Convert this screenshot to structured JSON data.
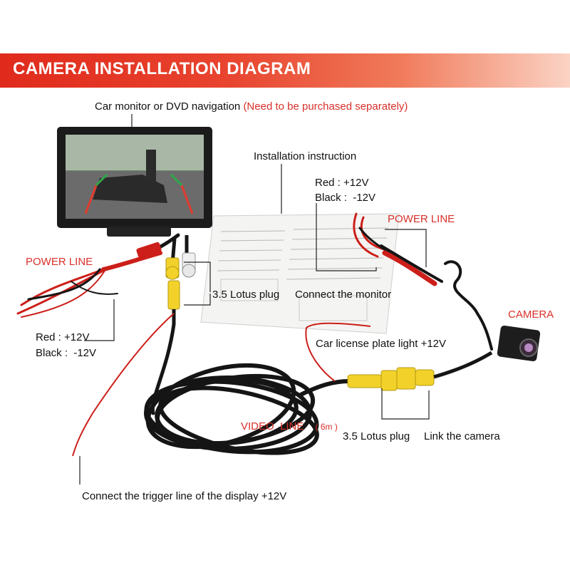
{
  "header": {
    "title": "CAMERA INSTALLATION DIAGRAM"
  },
  "labels": {
    "monitor_main": "Car monitor or DVD navigation",
    "monitor_note": "(Need to be purchased separately)",
    "installation_instruction": "Installation instruction",
    "power_line_left": "POWER LINE",
    "power_line_right": "POWER LINE",
    "red_left": "Red : +12V",
    "black_left": "Black :  -12V",
    "red_right": "Red : +12V",
    "black_right": "Black :  -12V",
    "lotus_plug_monitor": "3.5 Lotus plug",
    "connect_monitor": "Connect the monitor",
    "camera": "CAMERA",
    "license_light": "Car license plate light +12V",
    "video_line": "VIDEO  LINE",
    "video_length": "( 6m )",
    "lotus_plug_camera": "3.5 Lotus plug",
    "link_camera": "Link the camera",
    "trigger_line": "Connect the trigger line of the display +12V"
  },
  "colors": {
    "header_red": "#e02a1c",
    "label_red": "#d8302a",
    "text_black": "#111111",
    "wire_red": "#cc1f1a",
    "cable_black": "#151515",
    "rca_yellow": "#f2d22a"
  }
}
